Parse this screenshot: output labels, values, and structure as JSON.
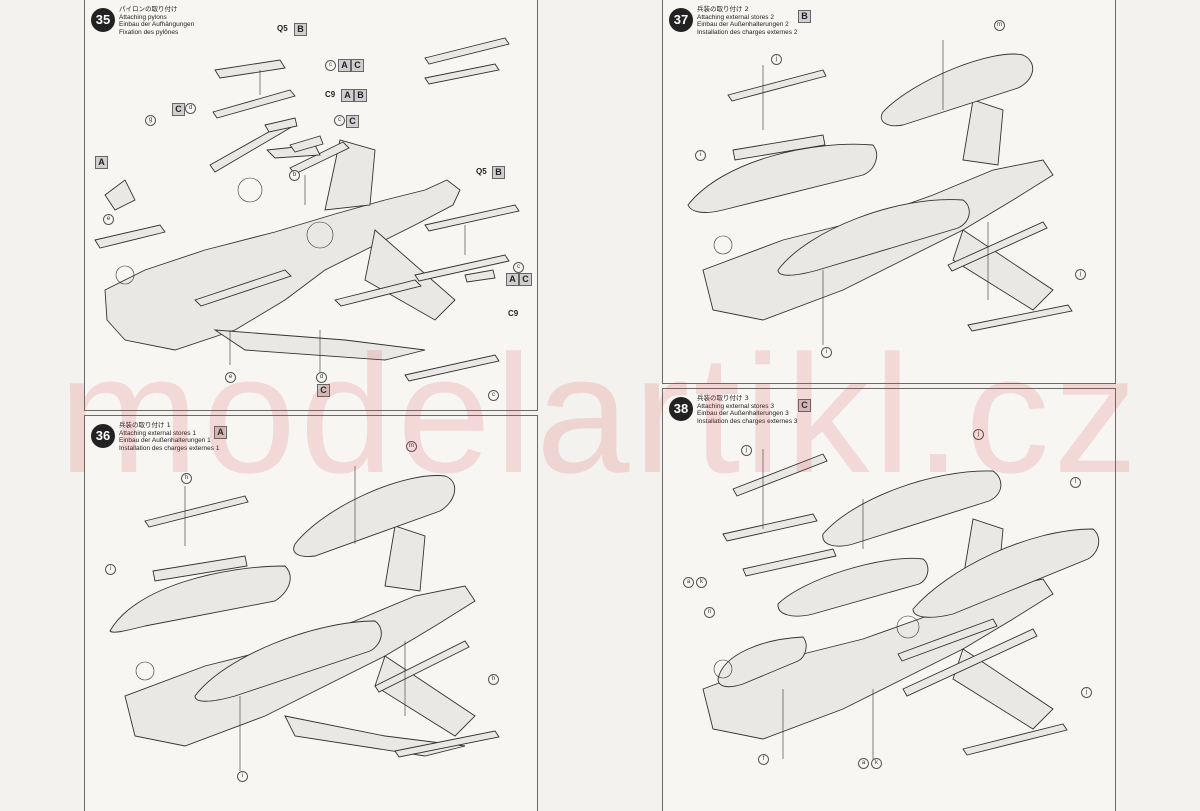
{
  "steps": [
    {
      "number": "35",
      "title_jp": "パイロンの取り付け",
      "title_en": "Attaching pylons",
      "title_de": "Einbau der Aufhängungen",
      "title_fr": "Fixation des pylônes",
      "labels": [
        "Q5",
        "C9",
        "Q5",
        "C9"
      ],
      "boxes": [
        "B",
        "A",
        "C",
        "A",
        "B",
        "C",
        "A",
        "B",
        "A",
        "C",
        "C",
        "C"
      ],
      "callouts": [
        "c",
        "d",
        "g",
        "c",
        "e",
        "b",
        "c",
        "e",
        "d",
        "c"
      ]
    },
    {
      "number": "36",
      "title_jp": "兵装の取り付け 1",
      "title_en": "Attaching external stores 1",
      "title_de": "Einbau der Außenhalterungen 1",
      "title_fr": "Installation des charges externes 1",
      "boxes": [
        "A"
      ],
      "callouts": [
        "m",
        "h",
        "i",
        "h",
        "i"
      ]
    },
    {
      "number": "37",
      "title_jp": "兵装の取り付け 2",
      "title_en": "Attaching external stores 2",
      "title_de": "Einbau der Außenhalterungen 2",
      "title_fr": "Installation des charges externes 2",
      "boxes": [
        "B"
      ],
      "callouts": [
        "m",
        "j",
        "i",
        "j",
        "i"
      ]
    },
    {
      "number": "38",
      "title_jp": "兵装の取り付け 3",
      "title_en": "Attaching external stores 3",
      "title_de": "Einbau der Außenhalterungen 3",
      "title_fr": "Installation des charges externes 3",
      "boxes": [
        "C"
      ],
      "callouts": [
        "j",
        "l",
        "n",
        "a",
        "k",
        "j",
        "f",
        "a",
        "k"
      ]
    }
  ],
  "watermark": "modelartikl.cz"
}
